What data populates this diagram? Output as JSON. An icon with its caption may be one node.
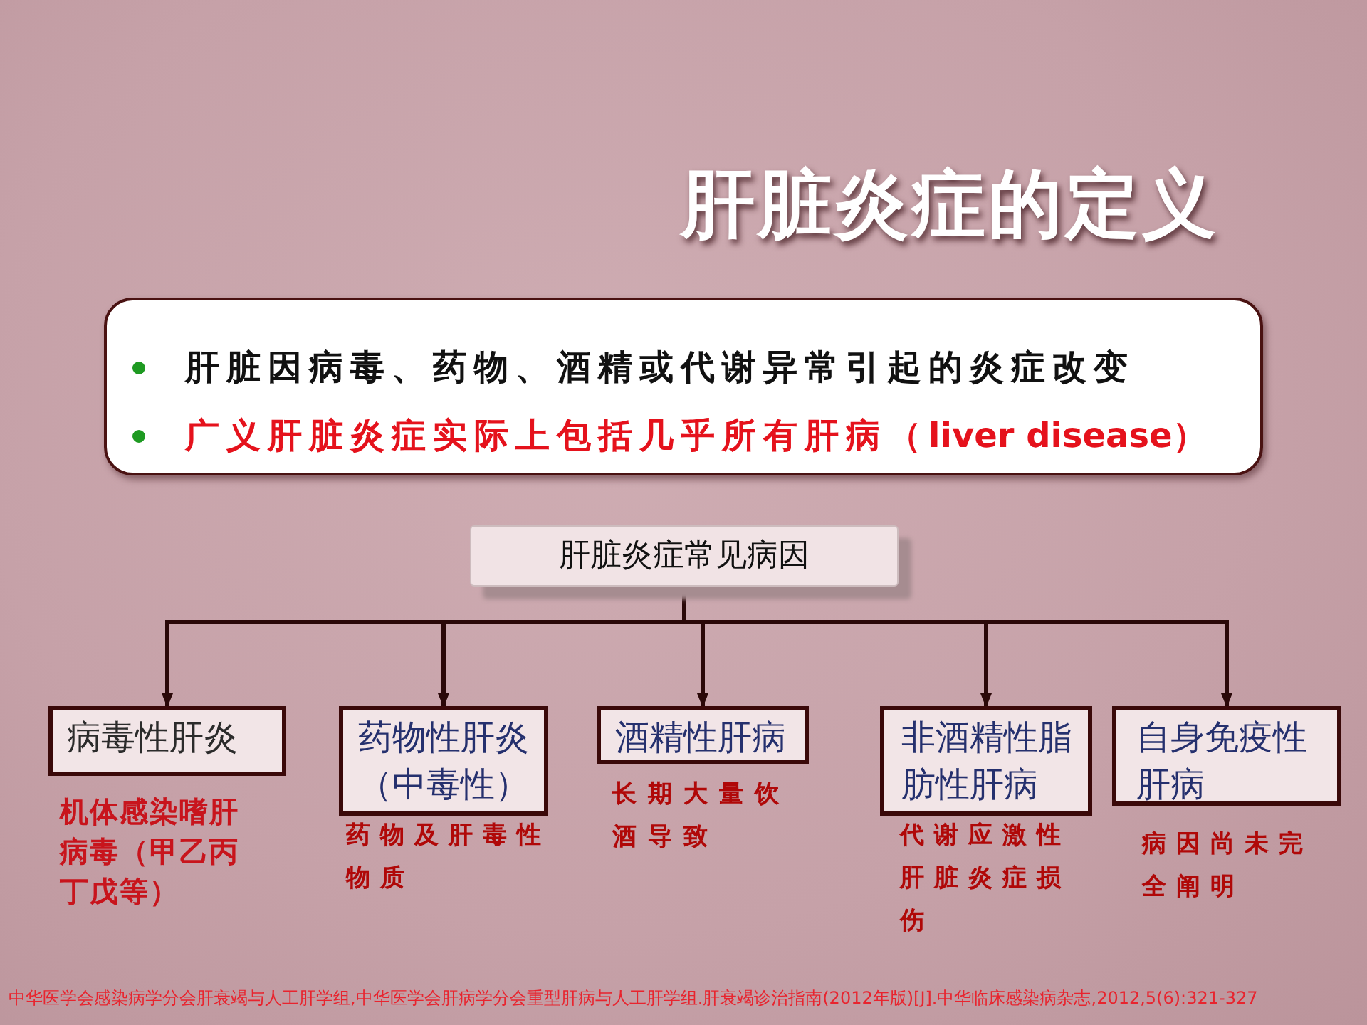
{
  "diagram": {
    "title": "肝脏炎症的定义",
    "nodes": [
      {
        "text": [
          "肝脏因病毒、药物、酒精或代谢异常引起的炎症改变",
          "广义肝脏炎症实际上包括几乎所有肝病（liver disease）"
        ]
      },
      {
        "text": [
          "肝脏炎症常见病因"
        ]
      },
      {
        "text": [
          "病毒性肝炎"
        ],
        "beside": [
          "机体感染嗜肝病毒（甲乙丙丁戊等）"
        ]
      },
      {
        "text": [
          "药物性肝炎（中毒性）"
        ],
        "beside": [
          "药物及肝毒性物质"
        ]
      },
      {
        "text": [
          "酒精性肝病"
        ],
        "beside": [
          "长期大量饮酒导致"
        ]
      },
      {
        "text": [
          "非酒精性脂肪性肝病"
        ],
        "beside": [
          "代谢应激性肝脏炎症损伤"
        ]
      },
      {
        "text": [
          "自身免疫性肝病"
        ],
        "beside": [
          "病因尚未完全阐明"
        ]
      }
    ],
    "edges": [
      {
        "from": 1,
        "to": 2,
        "arrow": "to"
      },
      {
        "from": 1,
        "to": 3,
        "arrow": "to"
      },
      {
        "from": 1,
        "to": 4,
        "arrow": "to"
      },
      {
        "from": 1,
        "to": 5,
        "arrow": "to"
      },
      {
        "from": 1,
        "to": 6,
        "arrow": "to"
      }
    ],
    "labels": [
      "中华医学会感染病学分会肝衰竭与人工肝学组,中华医学会肝病学分会重型肝病与人工肝学组.肝衰竭诊治指南(2012年版)[J].中华临床感染病杂志,2012,5(6):321-327"
    ]
  }
}
